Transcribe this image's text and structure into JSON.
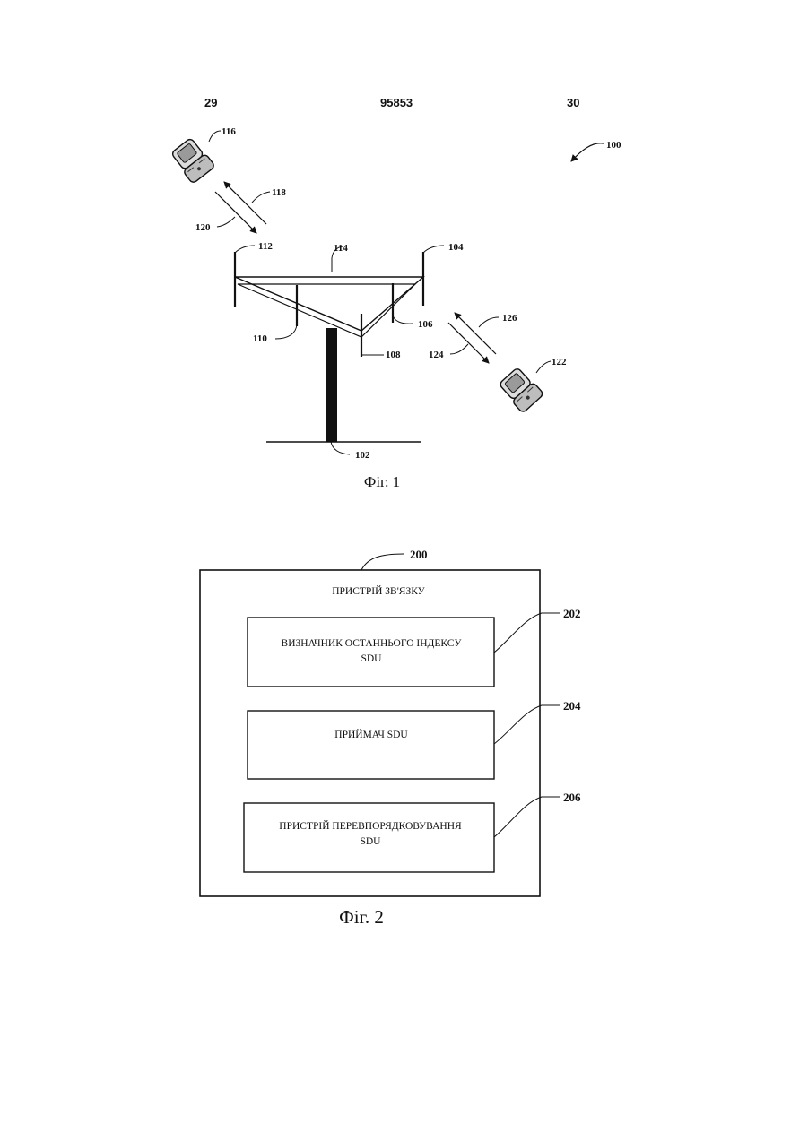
{
  "header": {
    "left": "29",
    "center": "95853",
    "right": "30"
  },
  "fig1": {
    "caption": "Фіг. 1",
    "labels": {
      "system": "100",
      "tower": "102",
      "antenna_104": "104",
      "antenna_106": "106",
      "antenna_108": "108",
      "antenna_110": "110",
      "antenna_112": "112",
      "antenna_114": "114",
      "device_116": "116",
      "link_118": "118",
      "link_120": "120",
      "device_122": "122",
      "link_124": "124",
      "link_126": "126"
    }
  },
  "fig2": {
    "caption": "Фіг. 2",
    "device_ref": "200",
    "device_title": "ПРИСТРІЙ ЗВ'ЯЗКУ",
    "blocks": [
      {
        "ref": "202",
        "line1": "ВИЗНАЧНИК ОСТАННЬОГО ІНДЕКСУ",
        "line2": "SDU"
      },
      {
        "ref": "204",
        "line1": "ПРИЙМАЧ SDU",
        "line2": ""
      },
      {
        "ref": "206",
        "line1": "ПРИСТРІЙ ПЕРЕВПОРЯДКОВУВАННЯ",
        "line2": "SDU"
      }
    ]
  }
}
